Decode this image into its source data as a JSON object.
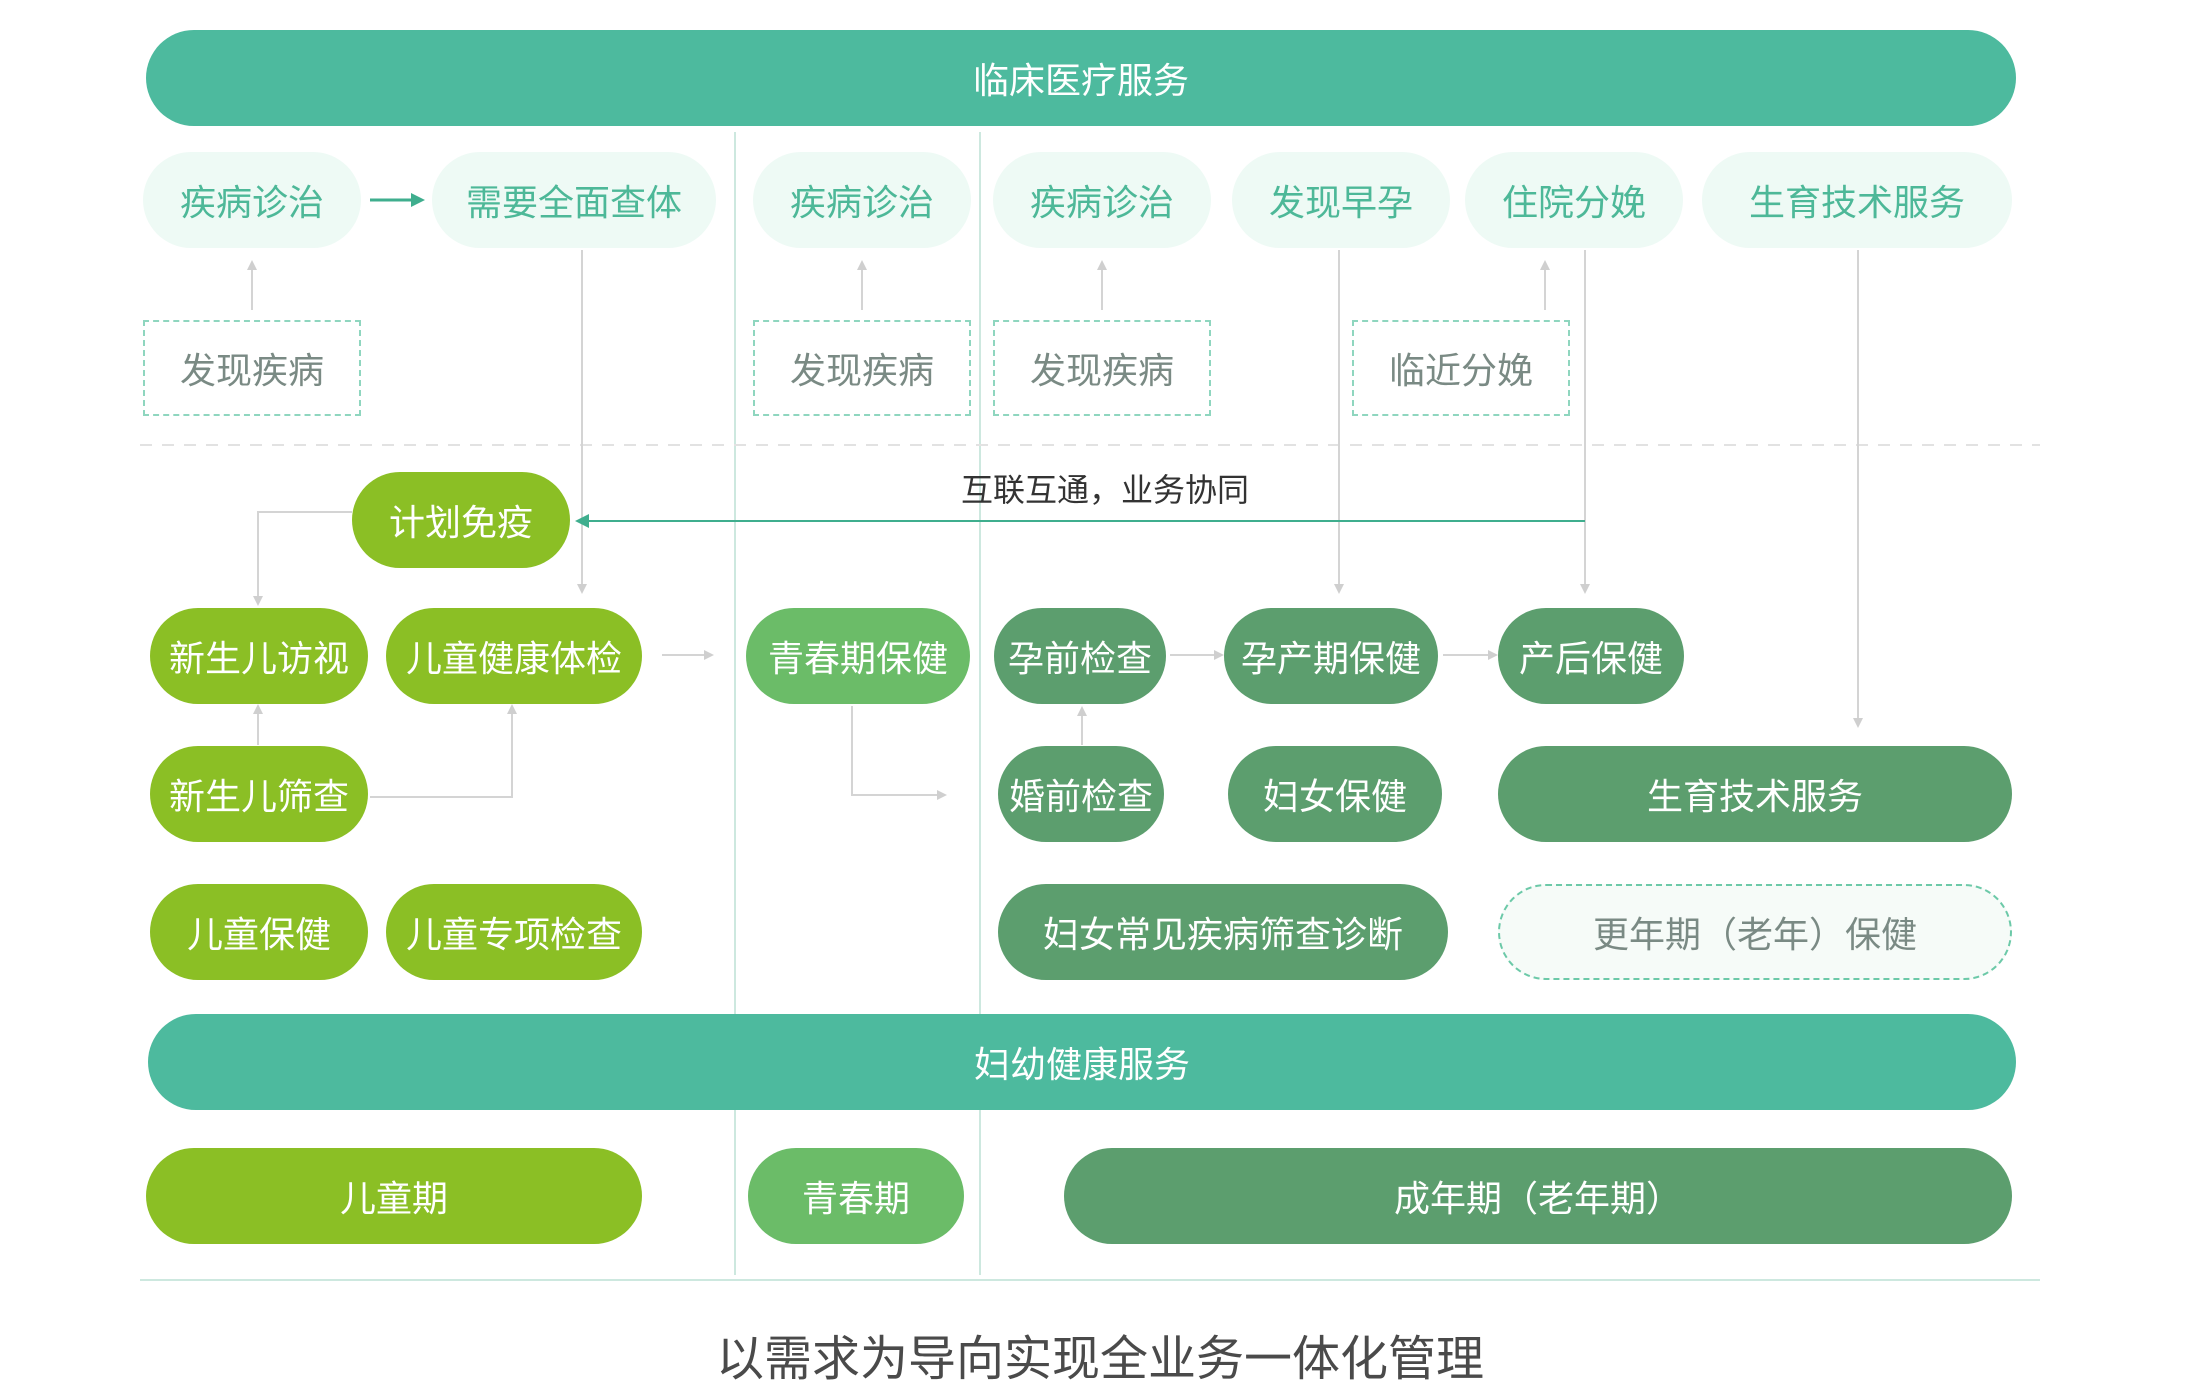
{
  "clinical_banner": "临床医疗服务",
  "top_row": {
    "disease_diag_1": "疾病诊治",
    "need_full_exam": "需要全面查体",
    "disease_diag_2": "疾病诊治",
    "disease_diag_3": "疾病诊治",
    "early_pregnancy": "发现早孕",
    "hospital_delivery": "住院分娩",
    "reproductive_service_top": "生育技术服务"
  },
  "trigger_row": {
    "find_disease_1": "发现疾病",
    "find_disease_2": "发现疾病",
    "find_disease_3": "发现疾病",
    "near_delivery": "临近分娩"
  },
  "interconnect_label": "互联互通，业务协同",
  "child": {
    "immunization": "计划免疫",
    "newborn_visit": "新生儿访视",
    "child_health_exam": "儿童健康体检",
    "newborn_screening": "新生儿筛查",
    "child_care": "儿童保健",
    "child_special_exam": "儿童专项检查"
  },
  "youth": {
    "puberty_care": "青春期保健"
  },
  "adult": {
    "pre_pregnancy_exam": "孕前检查",
    "perinatal_care": "孕产期保健",
    "postpartum_care": "产后保健",
    "premarital_exam": "婚前检查",
    "women_care": "妇女保健",
    "reproductive_service": "生育技术服务",
    "women_disease_screening": "妇女常见疾病筛查诊断",
    "menopause_care": "更年期（老年）保健"
  },
  "mch_banner": "妇幼健康服务",
  "stages": {
    "childhood": "儿童期",
    "youth": "青春期",
    "adulthood": "成年期（老年期）"
  },
  "caption": "以需求为导向实现全业务一体化管理",
  "colors": {
    "teal_banner": "#4dba9e",
    "light_pill": "#eefaf5",
    "lime": "#8bbf25",
    "green": "#6bbc68",
    "dark_green": "#5c9e6e",
    "arrow_teal": "#3fae8e",
    "arrow_grey": "#d4d4d4"
  }
}
